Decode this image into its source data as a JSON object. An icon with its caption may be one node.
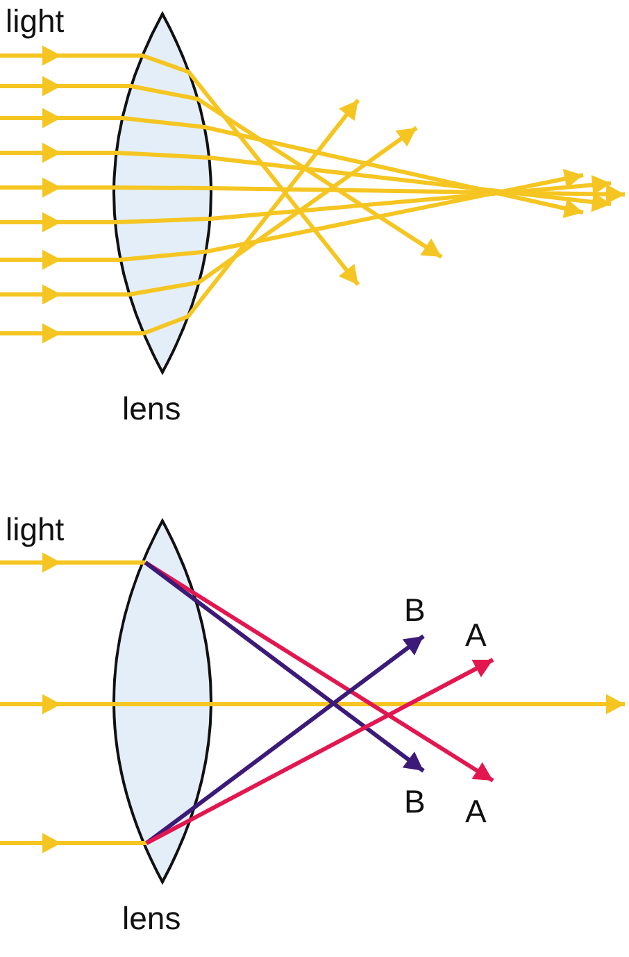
{
  "diagram": {
    "labels": [
      "light",
      "lens",
      "light",
      "B",
      "A",
      "B",
      "A",
      "lens"
    ]
  }
}
